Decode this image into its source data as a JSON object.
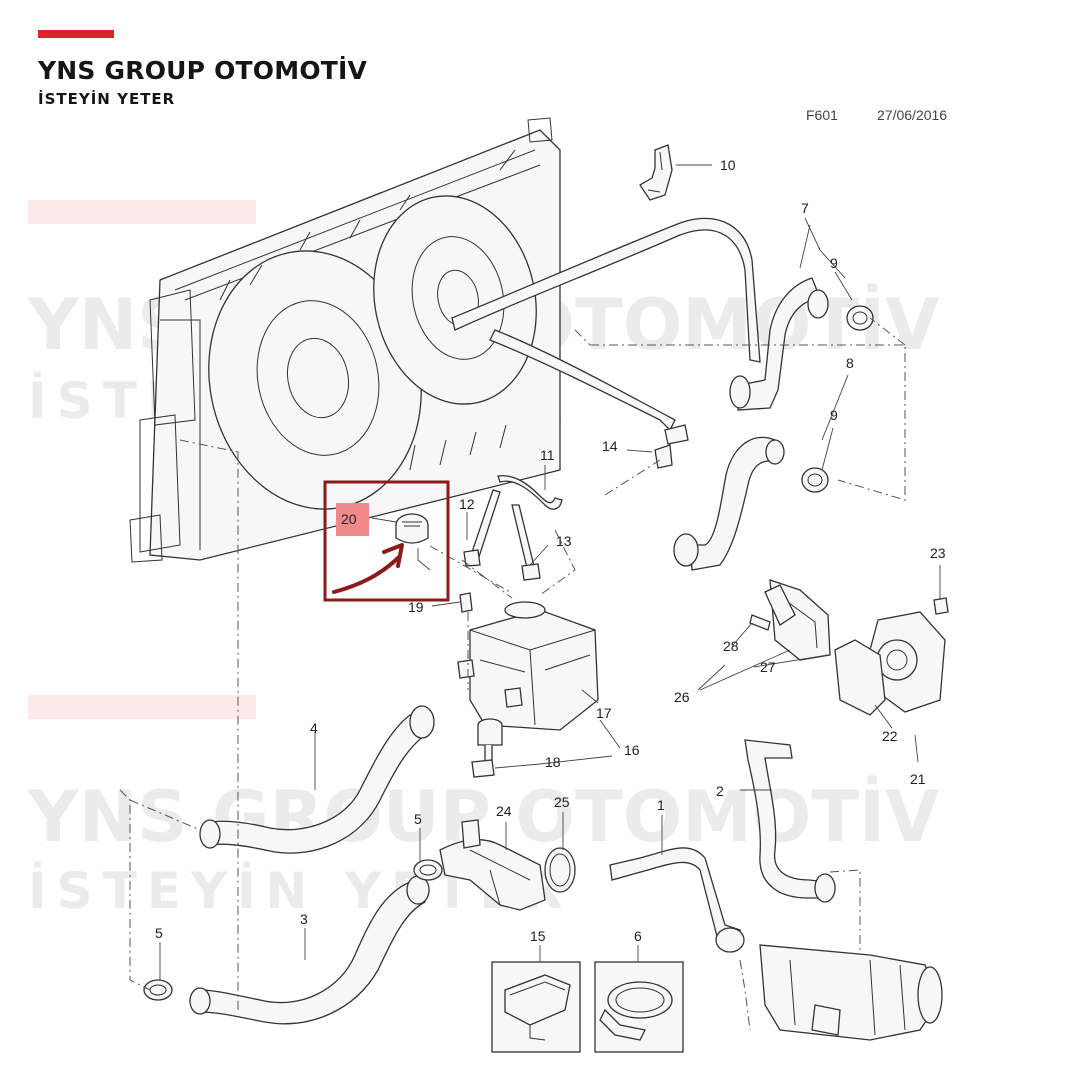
{
  "brand": {
    "title": "YNS GROUP OTOMOTİV",
    "subtitle": "İSTEYİN YETER",
    "accent_color": "#d9262e"
  },
  "watermark": {
    "line1": "YNS GROUP OTOMOTİV",
    "line2": "İSTEYİN YETER",
    "color": "#ebebeb"
  },
  "document": {
    "code": "F601",
    "date": "27/06/2016"
  },
  "part_labels": {
    "p1": "1",
    "p2": "2",
    "p3": "3",
    "p4": "4",
    "p5a": "5",
    "p5b": "5",
    "p6": "6",
    "p7": "7",
    "p8": "8",
    "p9a": "9",
    "p9b": "9",
    "p10": "10",
    "p11": "11",
    "p12": "12",
    "p13": "13",
    "p14": "14",
    "p15": "15",
    "p16": "16",
    "p17": "17",
    "p18": "18",
    "p19": "19",
    "p20": "20",
    "p21": "21",
    "p22": "22",
    "p23": "23",
    "p24": "24",
    "p25": "25",
    "p26": "26",
    "p27": "27",
    "p28": "28"
  },
  "highlight": {
    "part_number": "20",
    "frame_color": "#8b1a1a",
    "badge_color": "#f08a8a"
  }
}
